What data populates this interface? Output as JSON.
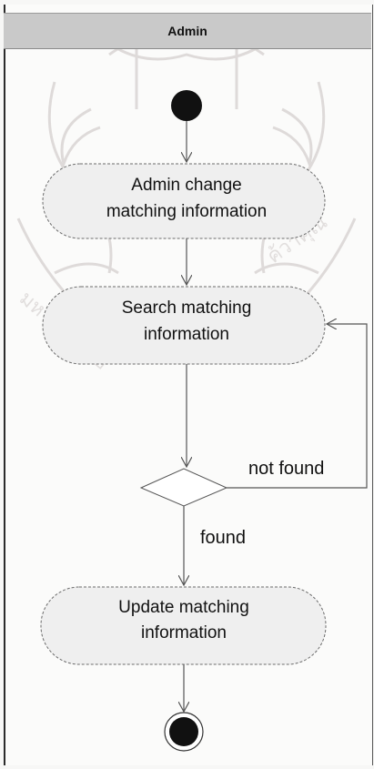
{
  "swimlane": {
    "title": "Admin"
  },
  "nodes": {
    "start": "start-node",
    "action_1": [
      "Admin change",
      "matching information"
    ],
    "action_2": [
      "Search matching",
      "information"
    ],
    "decision": "decision-node",
    "action_3": [
      "Update matching",
      "information"
    ],
    "end": "end-node"
  },
  "guards": {
    "not_found": "not found",
    "found": "found"
  },
  "colors": {
    "node_fill": "#efefef",
    "node_stroke": "#6b6b6b",
    "header_fill": "#c9c9c9",
    "initial": "#111111"
  }
}
